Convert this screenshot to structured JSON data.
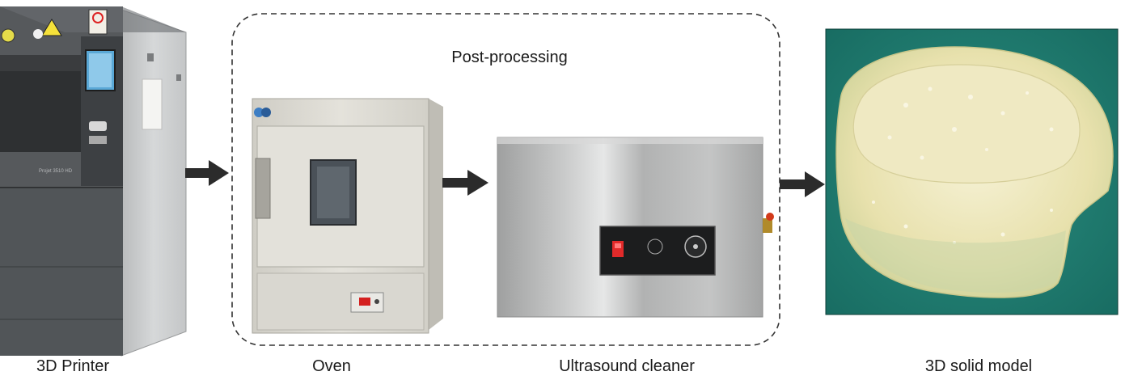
{
  "group": {
    "title": "Post-processing"
  },
  "steps": [
    {
      "id": "printer",
      "label": "3D Printer",
      "icon": "3d-printer-icon"
    },
    {
      "id": "oven",
      "label": "Oven",
      "icon": "oven-icon"
    },
    {
      "id": "ultrasound",
      "label": "Ultrasound cleaner",
      "icon": "ultrasound-cleaner-icon"
    },
    {
      "id": "model",
      "label": "3D solid model",
      "icon": "solid-model-photo"
    }
  ],
  "printer": {
    "brand_text": "Projet 3510 HD"
  },
  "colors": {
    "printer_body": "#4a4d50",
    "printer_side": "#cfd1d2",
    "oven_body": "#dcdad3",
    "steel": "#b8b9b9",
    "model_bg": "#1f7f73",
    "model_fill": "#ece6b8",
    "arrow": "#2b2b2b"
  }
}
